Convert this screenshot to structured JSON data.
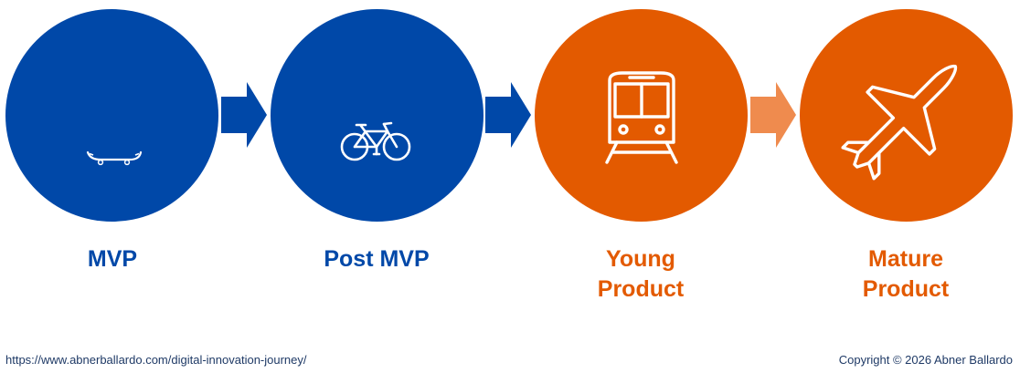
{
  "colors": {
    "blue": "#0048a8",
    "orange": "#e35a00",
    "arrow_blue": "#0048a8",
    "arrow_orange_light": "#ef8b4e"
  },
  "stages": [
    {
      "id": "mvp",
      "label_lines": [
        "MVP"
      ],
      "icon": "skateboard-icon",
      "color": "#0048a8"
    },
    {
      "id": "post-mvp",
      "label_lines": [
        "Post MVP"
      ],
      "icon": "bicycle-icon",
      "color": "#0048a8"
    },
    {
      "id": "young-product",
      "label_lines": [
        "Young",
        "Product"
      ],
      "icon": "train-icon",
      "color": "#e35a00"
    },
    {
      "id": "mature-product",
      "label_lines": [
        "Mature",
        "Product"
      ],
      "icon": "airplane-icon",
      "color": "#e35a00"
    }
  ],
  "footer": {
    "url": "https://www.abnerballardo.com/digital-innovation-journey/",
    "copyright": "Copyright © 2026 Abner Ballardo"
  }
}
